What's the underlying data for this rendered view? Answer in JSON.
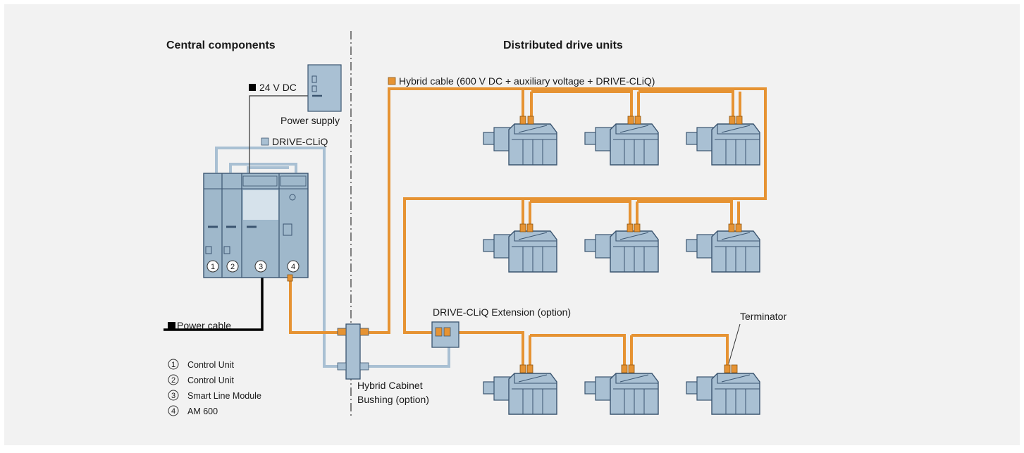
{
  "headings": {
    "central": "Central components",
    "distributed": "Distributed drive units"
  },
  "labels": {
    "dc24": "24 V DC",
    "power_supply": "Power supply",
    "drive_cliq": "DRIVE-CLiQ",
    "hybrid_cable": "Hybrid cable (600 V DC + auxiliary voltage + DRIVE-CLiQ)",
    "power_cable": "Power cable",
    "extension": "DRIVE-CLiQ Extension (option)",
    "terminator": "Terminator",
    "bushing_line1": "Hybrid Cabinet",
    "bushing_line2": "Bushing (option)"
  },
  "module_numbers": [
    "1",
    "2",
    "3",
    "4"
  ],
  "legend": [
    {
      "num": "1",
      "text": "Control Unit"
    },
    {
      "num": "2",
      "text": "Control Unit"
    },
    {
      "num": "3",
      "text": "Smart Line Module"
    },
    {
      "num": "4",
      "text": "AM 600"
    }
  ],
  "colors": {
    "background": "#f2f2f2",
    "hybrid_cable": "#e69333",
    "drive_cliq_cable": "#a9c0d3",
    "equipment": "#9fb8cb",
    "equipment_dark": "#3b5570",
    "black_cable": "#000000"
  }
}
